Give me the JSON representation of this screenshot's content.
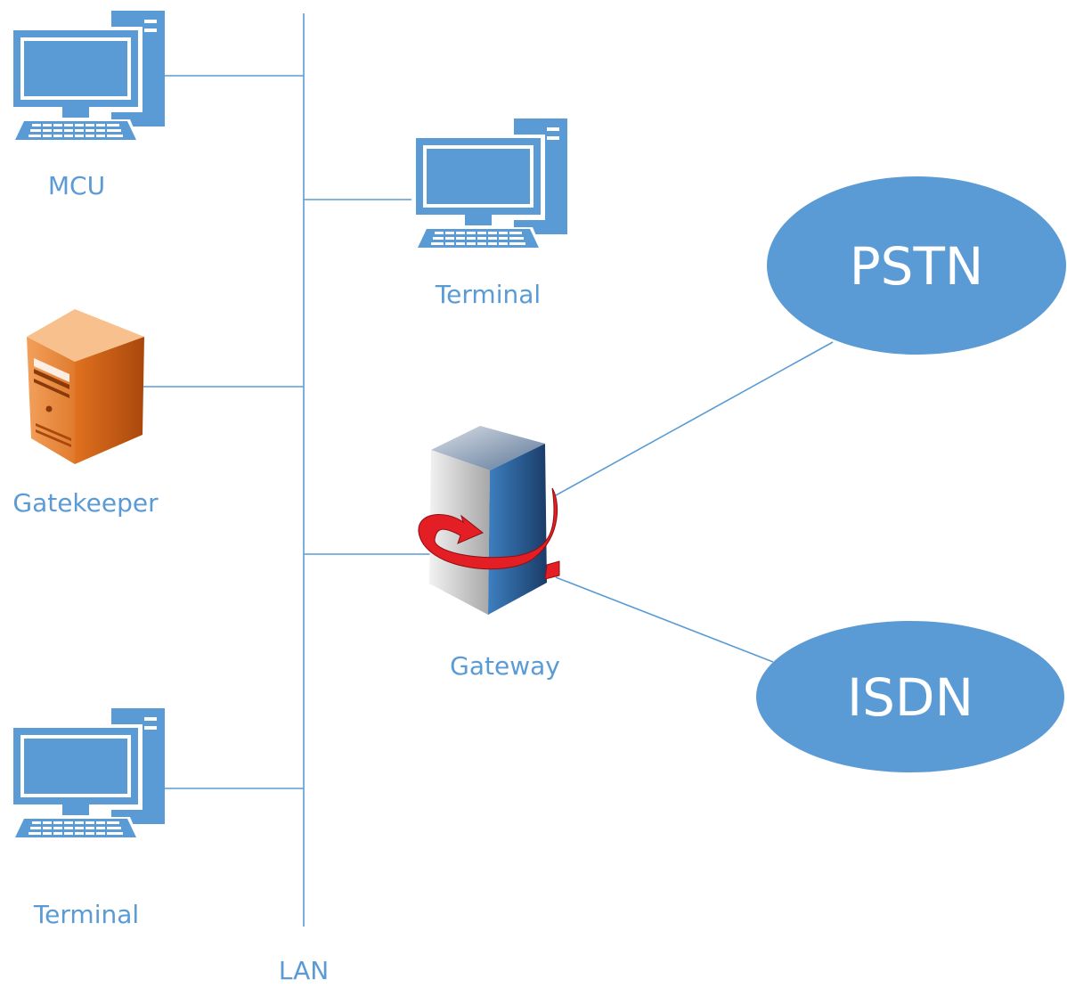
{
  "colors": {
    "line": "#5b9bd5",
    "device": "#5b9bd5",
    "screen": "#5b9bd5",
    "label": "#5b9bd5",
    "cloud_fill": "#5b9bd5",
    "cloud_text": "#ffffff",
    "gatekeeper": "#d4681e",
    "gateway_arrow": "#e31e24"
  },
  "nodes": {
    "mcu": {
      "label": "MCU",
      "icon": "desktop-computer-icon"
    },
    "terminal_top": {
      "label": "Terminal",
      "icon": "desktop-computer-icon"
    },
    "gatekeeper": {
      "label": "Gatekeeper",
      "icon": "server-tower-icon"
    },
    "gateway": {
      "label": "Gateway",
      "icon": "gateway-server-icon"
    },
    "terminal_bottom": {
      "label": "Terminal",
      "icon": "desktop-computer-icon"
    }
  },
  "networks": {
    "lan": {
      "label": "LAN"
    },
    "pstn": {
      "label": "PSTN"
    },
    "isdn": {
      "label": "ISDN"
    }
  },
  "connections": [
    {
      "from": "MCU",
      "to": "LAN"
    },
    {
      "from": "Terminal",
      "to": "LAN"
    },
    {
      "from": "Gatekeeper",
      "to": "LAN"
    },
    {
      "from": "Gateway",
      "to": "LAN"
    },
    {
      "from": "Terminal",
      "to": "LAN"
    },
    {
      "from": "Gateway",
      "to": "PSTN"
    },
    {
      "from": "Gateway",
      "to": "ISDN"
    }
  ]
}
